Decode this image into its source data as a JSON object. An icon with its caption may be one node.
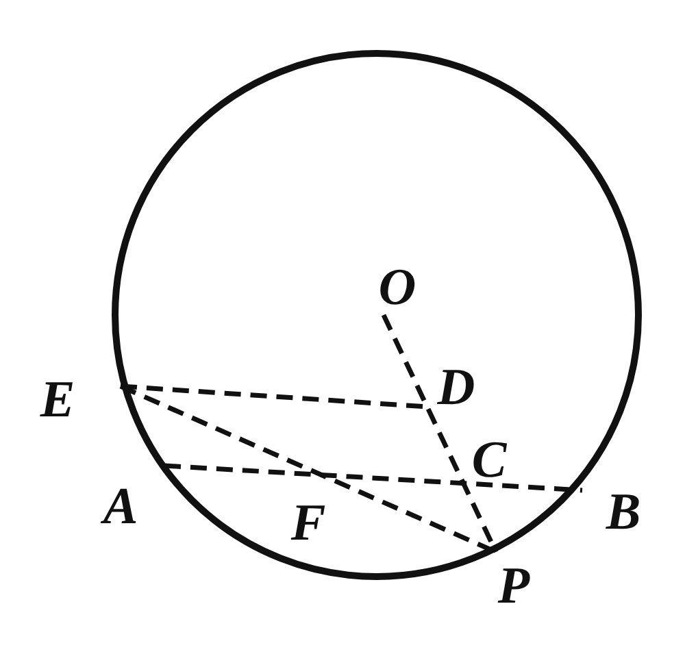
{
  "diagram": {
    "labels": [
      "O",
      "E",
      "D",
      "C",
      "A",
      "F",
      "B",
      "P"
    ]
  }
}
